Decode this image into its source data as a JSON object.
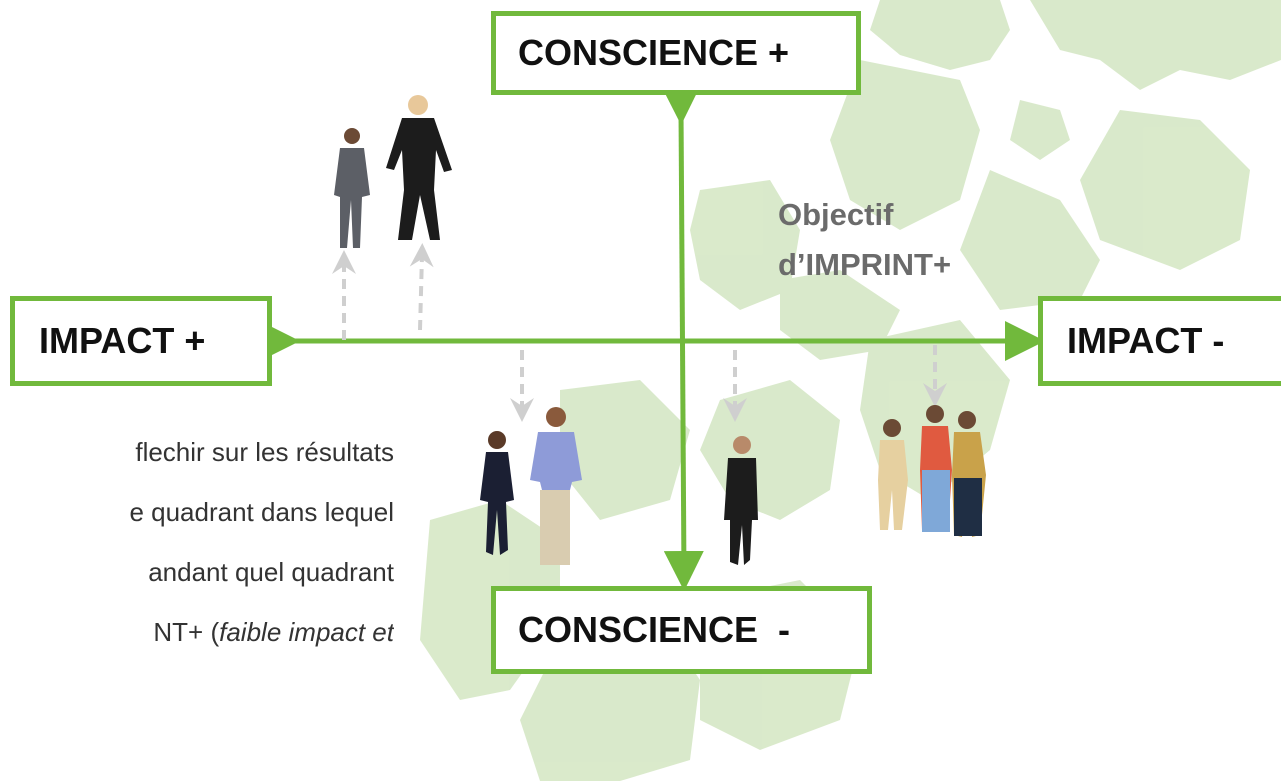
{
  "diagram": {
    "axes": {
      "top_label": "CONSCIENCE +",
      "bottom_label": "CONSCIENCE  -",
      "left_label": "IMPACT +",
      "right_label": "IMPACT -"
    },
    "target": {
      "line1": "Objectif",
      "line2": "d’IMPRINT+"
    },
    "colors": {
      "axis": "#71b93c",
      "box_border": "#71b93c",
      "map_fill": "#d3e6c2",
      "dashed_arrow": "#cfcfcf",
      "target_text": "#6b6b6b"
    }
  },
  "paragraph": {
    "line1": "flechir sur les résultats",
    "line2": "e quadrant dans lequel",
    "line3": "andant quel quadrant",
    "line4_normal": "NT+  (",
    "line4_italic": "faible impact et"
  }
}
